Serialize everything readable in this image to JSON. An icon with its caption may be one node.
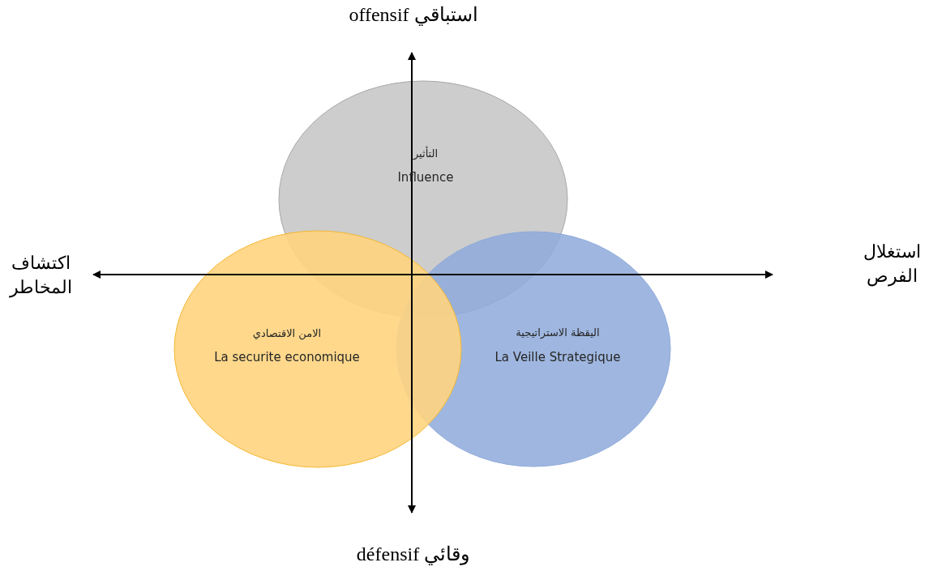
{
  "diagram": {
    "nodes": [
      {
        "text": [
          "التأثير",
          "Influence"
        ]
      },
      {
        "text": [
          "اليقظة الاستراتيجية",
          "La Veille Strategique"
        ]
      },
      {
        "text": [
          "الامن الاقتصادي",
          "La securite economique"
        ]
      }
    ],
    "labels": [
      "استباقي offensif",
      "اكتشاف المخاطر",
      "استغلال الفرص",
      "وقائي défensif"
    ]
  }
}
